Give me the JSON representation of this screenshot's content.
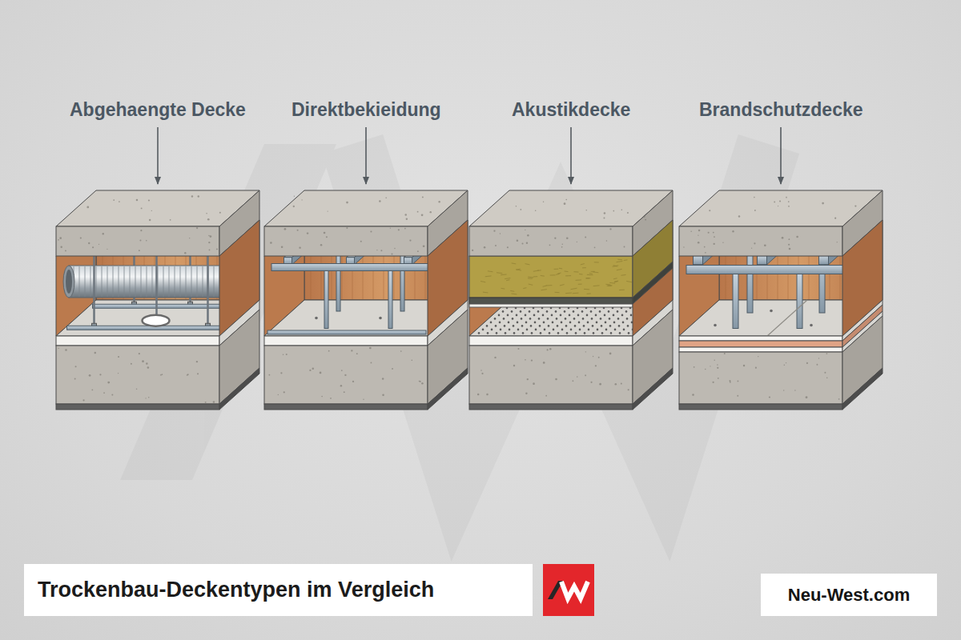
{
  "diagram": {
    "title": "Trockenbau-Deckentypen im Vergleich",
    "labels": [
      "Abgehaengte Decke",
      "Direktbekieidung",
      "Akustikdecke",
      "Brandschutzdecke",
      "Neu-West.com"
    ]
  }
}
